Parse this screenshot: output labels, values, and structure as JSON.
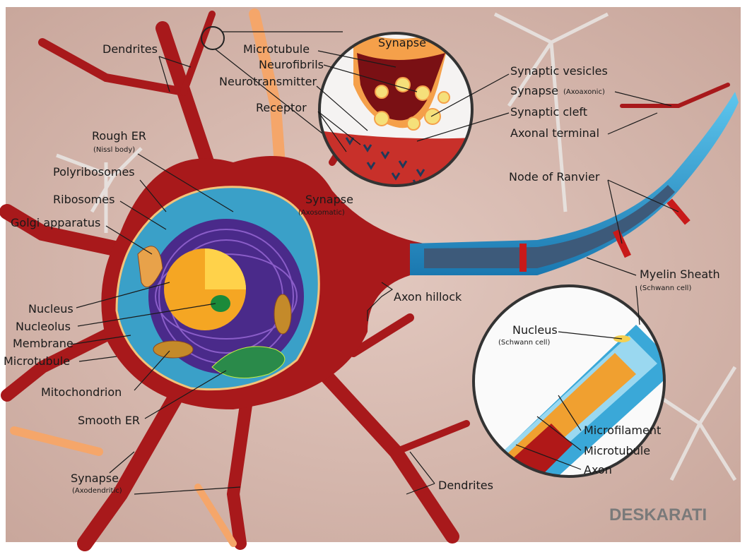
{
  "title": "Neuron anatomy diagram",
  "labels": {
    "dendrites_top": "Dendrites",
    "microtubule_top": "Microtubule",
    "neurofibrils": "Neurofibrils",
    "neurotransmitter": "Neurotransmitter",
    "receptor": "Receptor",
    "synapse_inset": "Synapse",
    "synaptic_vesicles": "Synaptic vesicles",
    "synapse_axoaxonic": "Synapse",
    "synapse_axoaxonic_sub": "(Axoaxonic)",
    "synaptic_cleft": "Synaptic cleft",
    "axonal_terminal": "Axonal terminal",
    "rough_er": "Rough ER",
    "rough_er_sub": "(Nissl body)",
    "polyribosomes": "Polyribosomes",
    "ribosomes": "Ribosomes",
    "golgi": "Golgi apparatus",
    "synapse_axosomatic": "Synapse",
    "synapse_axosomatic_sub": "(Axosomatic)",
    "node_of_ranvier": "Node of Ranvier",
    "myelin_sheath": "Myelin Sheath",
    "myelin_sheath_sub": "(Schwann cell)",
    "axon_hillock": "Axon hillock",
    "nucleus": "Nucleus",
    "nucleolus": "Nucleolus",
    "membrane": "Membrane",
    "microtubule_left": "Microtubule",
    "nucleus_schwann": "Nucleus",
    "nucleus_schwann_sub": "(Schwann cell)",
    "mitochondrion": "Mitochondrion",
    "smooth_er": "Smooth ER",
    "microfilament": "Microfilament",
    "microtubule_inset": "Microtubule",
    "axon": "Axon",
    "synapse_axodendritic": "Synapse",
    "synapse_axodendritic_sub": "(Axodendritic)",
    "dendrites_bottom": "Dendrites"
  },
  "watermark": "DESKARATI",
  "colors": {
    "background": "#d8bcb2",
    "neuron": "#a8191b",
    "myelin": "#29a6d8",
    "nucleus": "#4a2a8a",
    "cytoplasm": "#3aa0c8"
  }
}
